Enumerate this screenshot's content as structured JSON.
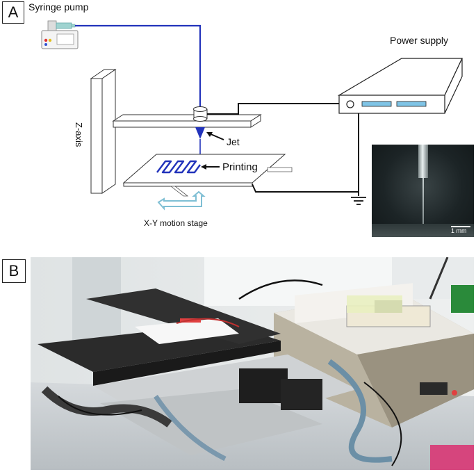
{
  "panel_a": {
    "label": "A",
    "syringe_pump_label": "Syringe pump",
    "power_supply_label": "Power supply",
    "z_axis_label": "Z-axis",
    "jet_label": "Jet",
    "printing_label": "Printing",
    "xy_stage_label": "X-Y motion stage",
    "scale_bar_label": "1 mm",
    "colors": {
      "fluid_line": "#2233bb",
      "wire": "#111111",
      "motion_arrow": "#9fd3e0",
      "power_slot": "#7fc4e6"
    }
  },
  "panel_b": {
    "label": "B"
  }
}
